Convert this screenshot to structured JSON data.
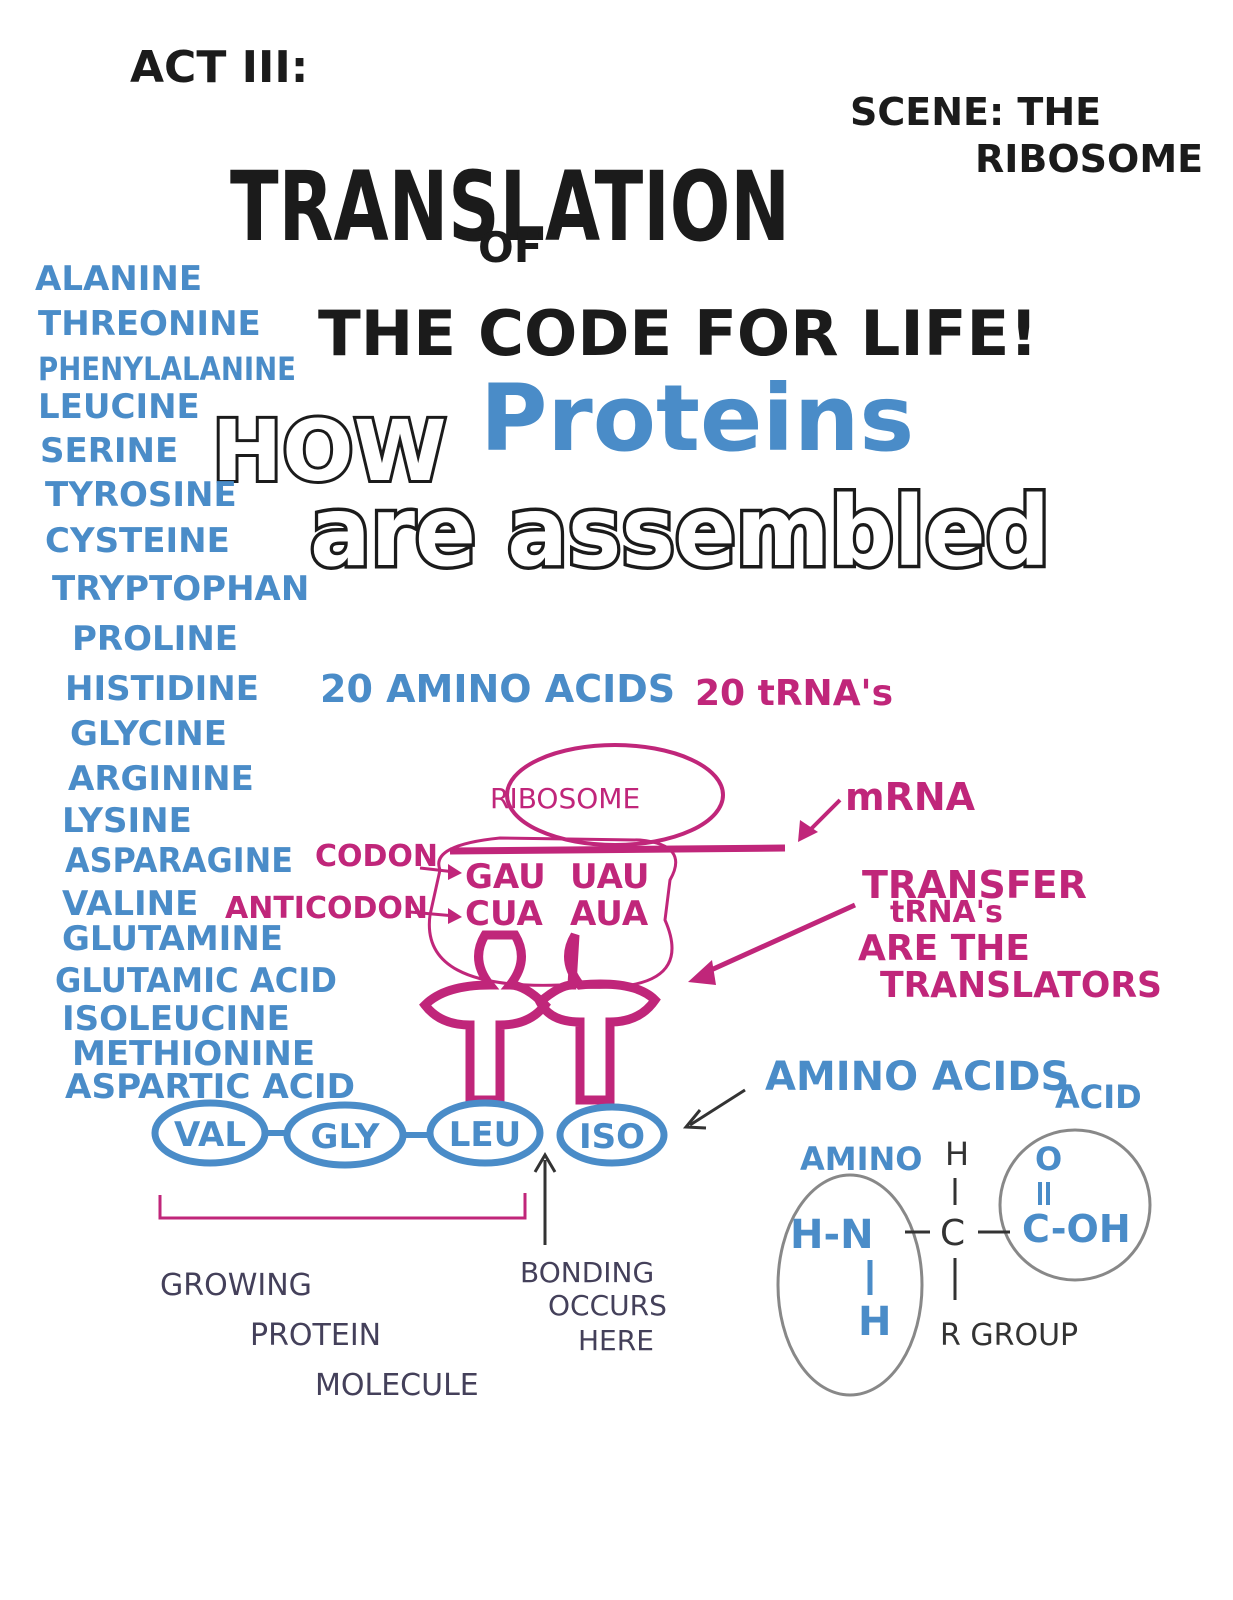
{
  "colors": {
    "black": "#1b1b1b",
    "blue": "#4a8cc8",
    "magenta": "#c0267a",
    "gray": "#44405a"
  },
  "header": {
    "act": "ACT III:",
    "title_line1": "TRANSLATION",
    "title_of": "OF",
    "title_line2": "THE CODE FOR LIFE!",
    "scene_line1": "SCENE: THE",
    "scene_line2": "RIBOSOME"
  },
  "subtitle": {
    "how": "HOW",
    "proteins": "Proteins",
    "assembled": "are assembled"
  },
  "amino_acid_list": [
    "ALANINE",
    "THREONINE",
    "PHENYLALANINE",
    "LEUCINE",
    "SERINE",
    "TYROSINE",
    "CYSTEINE",
    "TRYPTOPHAN",
    "PROLINE",
    "HISTIDINE",
    "GLYCINE",
    "ARGININE",
    "LYSINE",
    "ASPARAGINE",
    "VALINE",
    "GLUTAMINE",
    "GLUTAMIC ACID",
    "ISOLEUCINE",
    "METHIONINE",
    "ASPARTIC ACID"
  ],
  "diagram": {
    "count_amino": "20 AMINO ACIDS",
    "count_trna": "20 tRNA's",
    "ribosome": "RIBOSOME",
    "mrna": "mRNA",
    "codon_label": "CODON",
    "anticodon_label": "ANTICODON",
    "codon_1": "GAU",
    "codon_2": "UAU",
    "anticodon_1": "CUA",
    "anticodon_2": "AUA",
    "transfer_lines": [
      "TRANSFER",
      "tRNA's",
      "ARE THE",
      "TRANSLATORS"
    ],
    "amino_acids_label": "AMINO ACIDS",
    "chain": [
      "VAL",
      "GLY",
      "LEU",
      "ISO"
    ],
    "growing_lines": [
      "GROWING",
      "PROTEIN",
      "MOLECULE"
    ],
    "bonding_lines": [
      "BONDING",
      "OCCURS",
      "HERE"
    ]
  },
  "structure": {
    "amino_label": "AMINO",
    "acid_label": "ACID",
    "h_top": "H",
    "h_n": "H-N",
    "n_h": "H",
    "c_center": "C",
    "o_top": "O",
    "c_oh": "C-OH",
    "r_group": "R GROUP"
  }
}
